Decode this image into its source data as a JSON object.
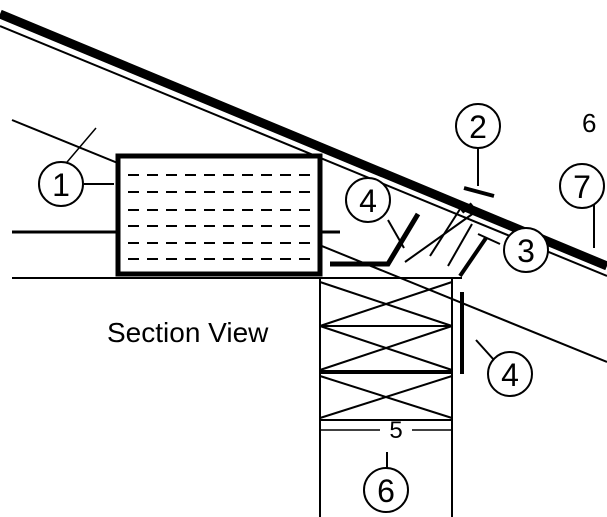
{
  "diagram": {
    "caption": "Section View",
    "dimension_label": "5",
    "loose_label": "6",
    "callouts": [
      {
        "id": "1",
        "label": "1"
      },
      {
        "id": "2",
        "label": "2"
      },
      {
        "id": "3",
        "label": "3"
      },
      {
        "id": "4a",
        "label": "4"
      },
      {
        "id": "4b",
        "label": "4"
      },
      {
        "id": "6",
        "label": "6"
      },
      {
        "id": "7",
        "label": "7"
      }
    ],
    "colors": {
      "ink": "#000000",
      "background": "#ffffff"
    }
  }
}
